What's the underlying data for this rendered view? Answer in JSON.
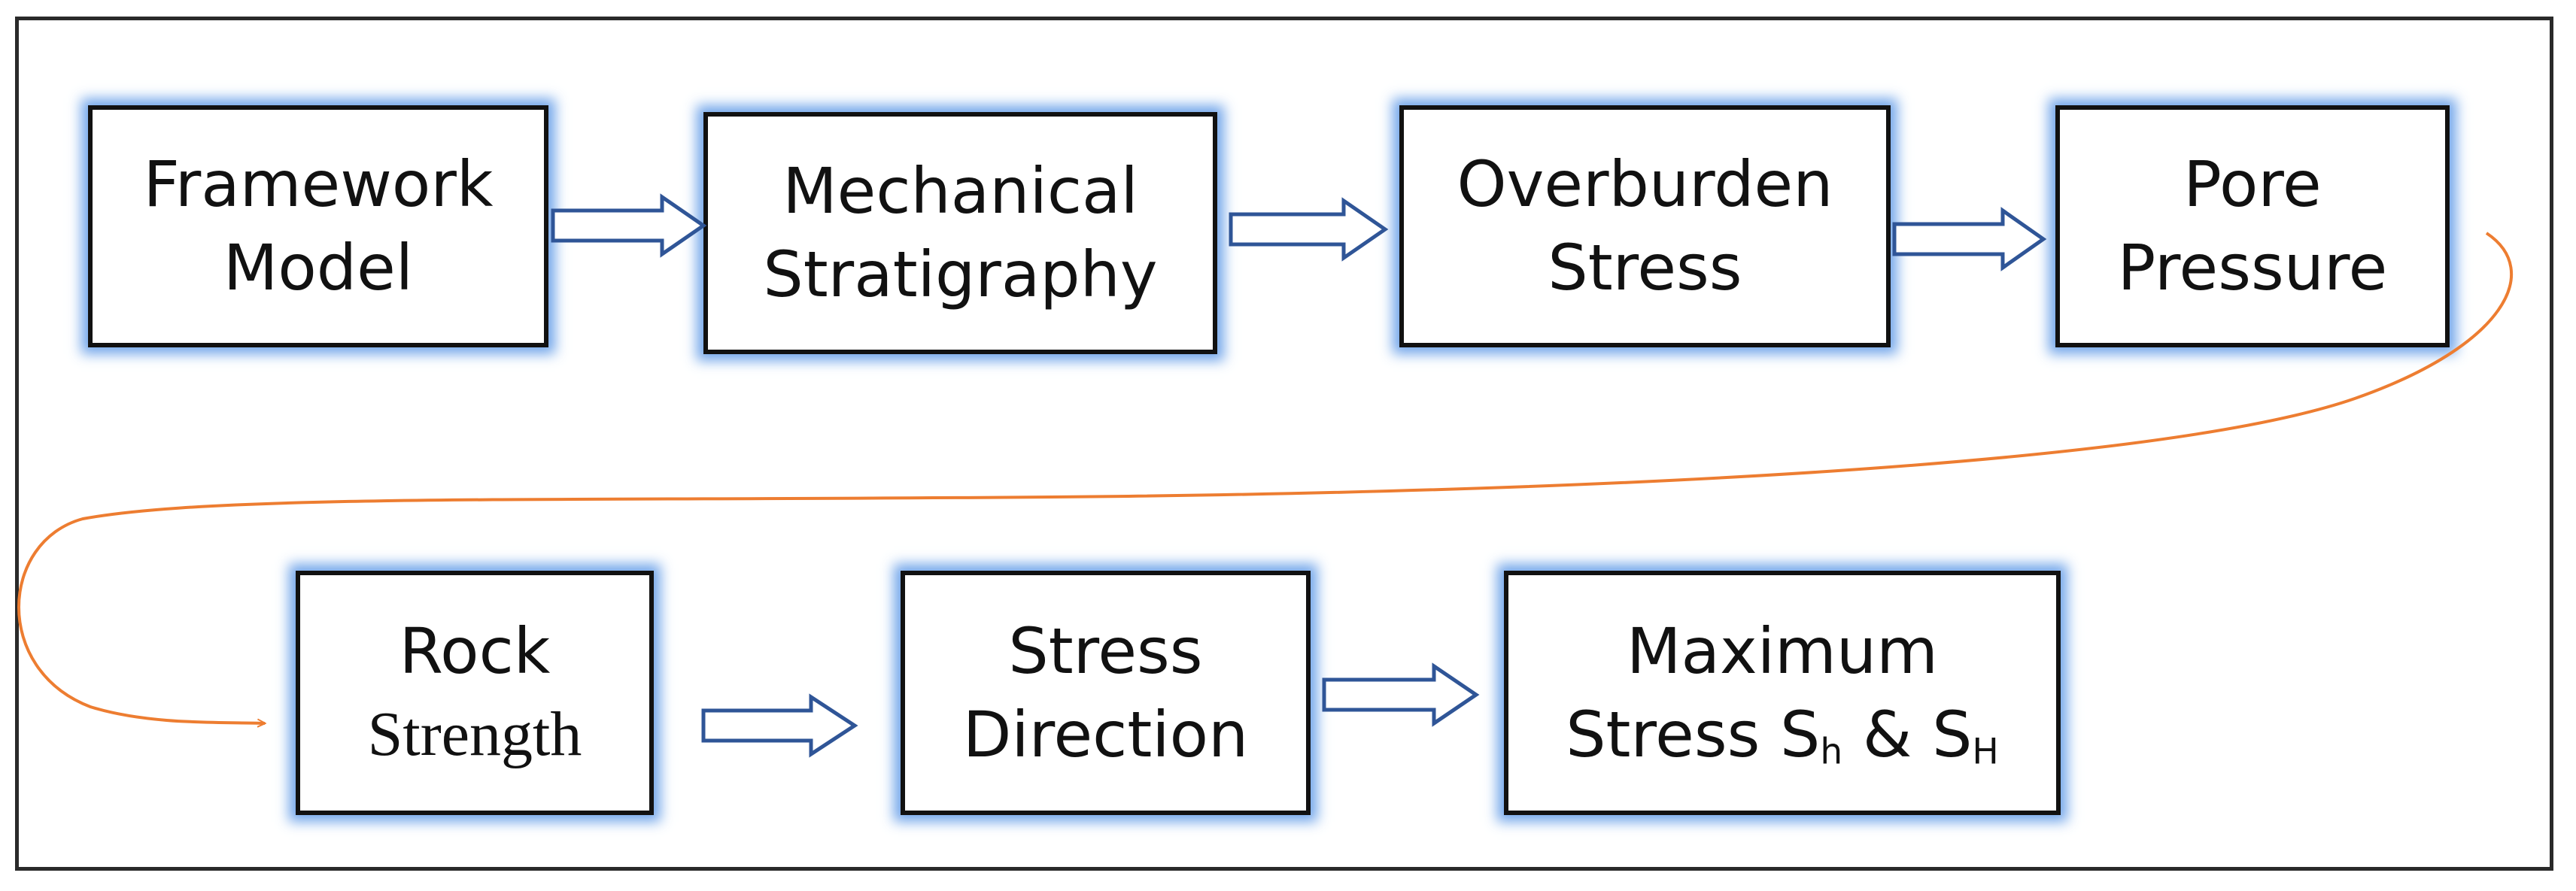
{
  "diagram": {
    "boxes": [
      {
        "id": "framework-model",
        "lines": [
          "Framework",
          "Model"
        ]
      },
      {
        "id": "mechanical-stratigraphy",
        "lines": [
          "Mechanical",
          "Stratigraphy"
        ]
      },
      {
        "id": "overburden-stress",
        "lines": [
          "Overburden",
          "Stress"
        ]
      },
      {
        "id": "pore-pressure",
        "lines": [
          "Pore",
          "Pressure"
        ]
      },
      {
        "id": "rock-strength",
        "lines": [
          "Rock",
          "Strength"
        ]
      },
      {
        "id": "stress-direction",
        "lines": [
          "Stress",
          "Direction"
        ]
      },
      {
        "id": "maximum-stress",
        "line1": "Maximum",
        "line2_prefix": "Stress S",
        "sub_h": "h",
        "amp": " & S",
        "sub_H": "H"
      }
    ],
    "colors": {
      "box_border": "#111111",
      "box_glow": "#5a96e6",
      "arrow_stroke": "#2f5597",
      "connector": "#ed7d31",
      "frame": "#2a2a2a"
    },
    "arrow_icon": "block-arrow-right-icon",
    "connector_icon": "curved-connector-arrow-icon"
  }
}
